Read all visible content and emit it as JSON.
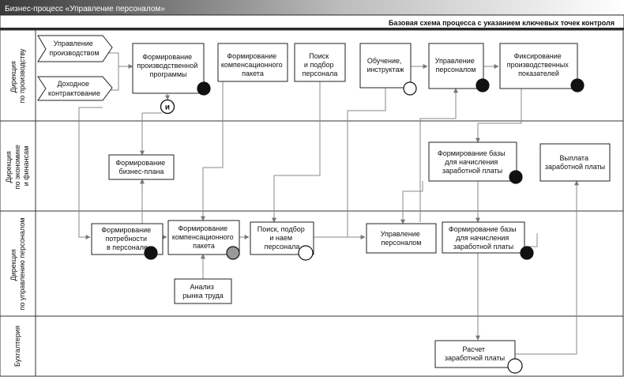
{
  "header": {
    "title": "Бизнес-процесс «Управление персоналом»",
    "subtitle": "Базовая схема процесса с указанием ключевых точек контроля",
    "bar_color": "#2b2b2b",
    "gradient_colors": [
      "#3a3a3a",
      "#bdbdbd",
      "#ffffff"
    ]
  },
  "lanes": [
    {
      "id": "lane-production",
      "lines": [
        "Дирекция",
        "по производству"
      ]
    },
    {
      "id": "lane-economics",
      "lines": [
        "Дирекция",
        "по экономике",
        "и финансам"
      ]
    },
    {
      "id": "lane-personnel",
      "lines": [
        "Дирекция",
        "по управлению персоналом"
      ]
    },
    {
      "id": "lane-accounting",
      "lines": [
        "Бухгалтерия"
      ]
    }
  ],
  "inputs": [
    {
      "id": "input-production-management",
      "lines": [
        "Управление",
        "производством"
      ]
    },
    {
      "id": "input-revenue-contracting",
      "lines": [
        "Доходное",
        "контрактование"
      ]
    }
  ],
  "boxes": [
    {
      "id": "box-production-program",
      "lines": [
        "Формирование",
        "производственной",
        "программы"
      ]
    },
    {
      "id": "box-compensation-package-1",
      "lines": [
        "Формирование",
        "компенсационного",
        "пакета"
      ]
    },
    {
      "id": "box-search-selection-1",
      "lines": [
        "Поиск",
        "и подбор",
        "персонала"
      ]
    },
    {
      "id": "box-training",
      "lines": [
        "Обучение,",
        "инструктаж"
      ]
    },
    {
      "id": "box-personnel-management-1",
      "lines": [
        "Управление",
        "персоналом"
      ]
    },
    {
      "id": "box-production-indicators",
      "lines": [
        "Фиксирование",
        "производственных",
        "показателей"
      ]
    },
    {
      "id": "box-business-plan",
      "lines": [
        "Формирование",
        "бизнес-плана"
      ]
    },
    {
      "id": "box-salary-base-1",
      "lines": [
        "Формирование базы",
        "для начисления",
        "заработной платы"
      ]
    },
    {
      "id": "box-salary-payment",
      "lines": [
        "Выплата",
        "заработной платы"
      ]
    },
    {
      "id": "box-personnel-needs",
      "lines": [
        "Формирование",
        "потребности",
        "в персонале"
      ]
    },
    {
      "id": "box-compensation-package-2",
      "lines": [
        "Формирование",
        "компенсационного",
        "пакета"
      ]
    },
    {
      "id": "box-search-hiring",
      "lines": [
        "Поиск, подбор",
        "и наем",
        "персонала"
      ]
    },
    {
      "id": "box-personnel-management-2",
      "lines": [
        "Управление",
        "персоналом"
      ]
    },
    {
      "id": "box-salary-base-2",
      "lines": [
        "Формирование базы",
        "для начисления",
        "заработной платы"
      ]
    },
    {
      "id": "box-labor-market",
      "lines": [
        "Анализ",
        "рынка труда"
      ]
    },
    {
      "id": "box-salary-calculation",
      "lines": [
        "Расчет",
        "заработной платы"
      ]
    }
  ],
  "gateway": {
    "label": "и"
  },
  "control_points": {
    "colors": {
      "black": "#111111",
      "white": "#ffffff",
      "gray": "#999999"
    },
    "items": [
      {
        "box": "box-production-program",
        "fill": "black"
      },
      {
        "box": "box-training",
        "fill": "white"
      },
      {
        "box": "box-personnel-management-1",
        "fill": "black"
      },
      {
        "box": "box-production-indicators",
        "fill": "black"
      },
      {
        "box": "box-salary-base-1",
        "fill": "black"
      },
      {
        "box": "box-personnel-needs",
        "fill": "black"
      },
      {
        "box": "box-compensation-package-2",
        "fill": "gray"
      },
      {
        "box": "box-search-hiring",
        "fill": "white"
      },
      {
        "box": "box-salary-base-2",
        "fill": "black"
      },
      {
        "box": "box-salary-calculation",
        "fill": "white"
      }
    ]
  }
}
